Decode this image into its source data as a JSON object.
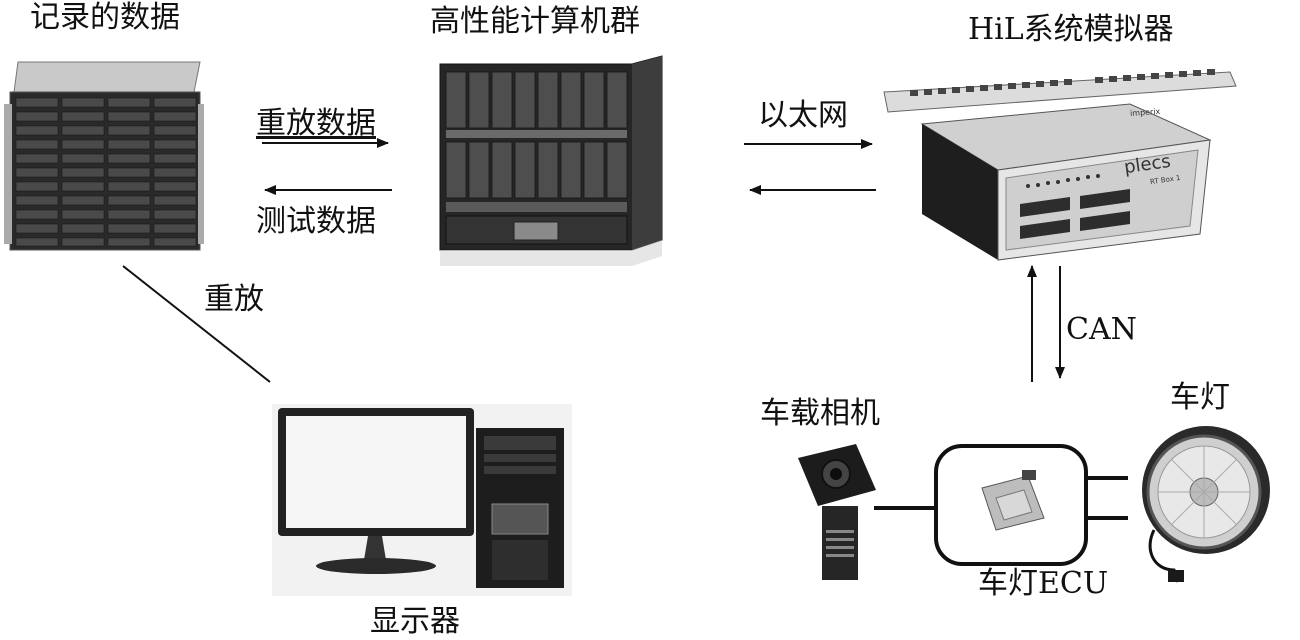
{
  "labels": {
    "recorded_data": "记录的数据",
    "hpc_cluster": "高性能计算机群",
    "hil_simulator": "HiL系统模拟器",
    "replay_data": "重放数据",
    "test_data": "测试数据",
    "ethernet": "以太网",
    "replay": "重放",
    "display": "显示器",
    "can": "CAN",
    "vehicle_camera": "车载相机",
    "headlamp": "车灯",
    "headlamp_ecu": "车灯ECU"
  },
  "device_text": {
    "plecs_logo": "plecs",
    "plecs_model": "RT Box 1",
    "imperix": "imperix"
  }
}
